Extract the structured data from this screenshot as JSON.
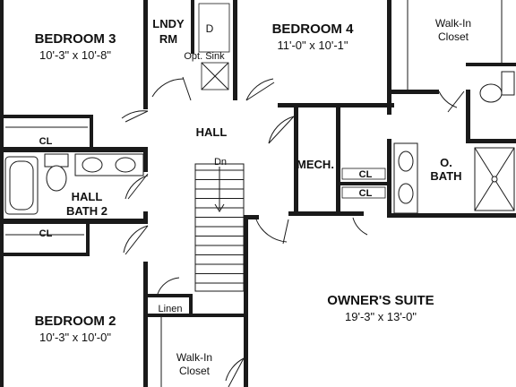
{
  "plan": {
    "rooms": {
      "bedroom3": {
        "name": "BEDROOM 3",
        "dims": "10'-3\" x 10'-8\""
      },
      "bedroom4": {
        "name": "BEDROOM 4",
        "dims": "11'-0\" x 10'-1\""
      },
      "bedroom2": {
        "name": "BEDROOM 2",
        "dims": "10'-3\" x 10'-0\""
      },
      "owners_suite": {
        "name": "OWNER'S SUITE",
        "dims": "19'-3\" x 13'-0\""
      },
      "laundry": {
        "line1": "LNDY",
        "line2": "RM",
        "dryer": "D",
        "sink": "Opt. Sink"
      },
      "hall": {
        "name": "HALL"
      },
      "hall_bath_2": {
        "line1": "HALL",
        "line2": "BATH 2"
      },
      "mech": {
        "name": "MECH."
      },
      "owners_bath": {
        "line1": "O.",
        "line2": "BATH"
      },
      "walkin_top": {
        "line1": "Walk-In",
        "line2": "Closet"
      },
      "walkin_bottom": {
        "line1": "Walk-In",
        "line2": "Closet"
      },
      "linen": {
        "name": "Linen"
      },
      "closets": {
        "cl1": "CL",
        "cl2": "CL",
        "cl3": "CL",
        "cl4": "CL"
      },
      "stairs": {
        "direction": "Dn"
      }
    }
  }
}
